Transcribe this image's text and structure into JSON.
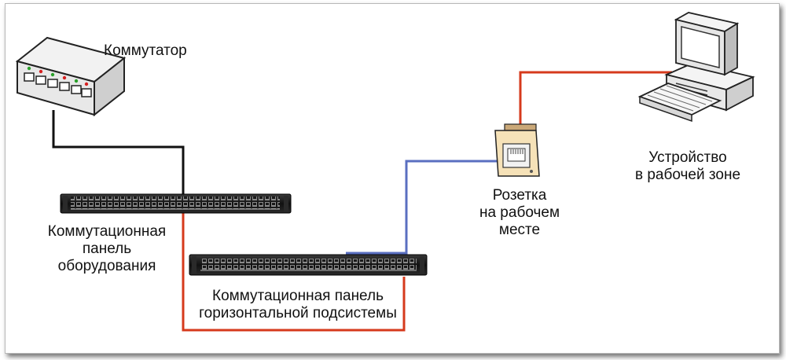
{
  "labels": {
    "switch": "Коммутатор",
    "equipment_panel": [
      "Коммутационная",
      "панель",
      "оборудования"
    ],
    "horizontal_panel": [
      "Коммутационная панель",
      "горизонтальной подсистемы"
    ],
    "outlet": [
      "Розетка",
      "на рабочем",
      "месте"
    ],
    "device": [
      "Устройство",
      "в рабочей зоне"
    ]
  },
  "colors": {
    "black_cable": "#111111",
    "red_cable": "#d63a1c",
    "blue_cable": "#5a6fc0"
  },
  "icons": [
    "switch-icon",
    "patch-panel-icon",
    "wall-outlet-icon",
    "computer-icon"
  ]
}
